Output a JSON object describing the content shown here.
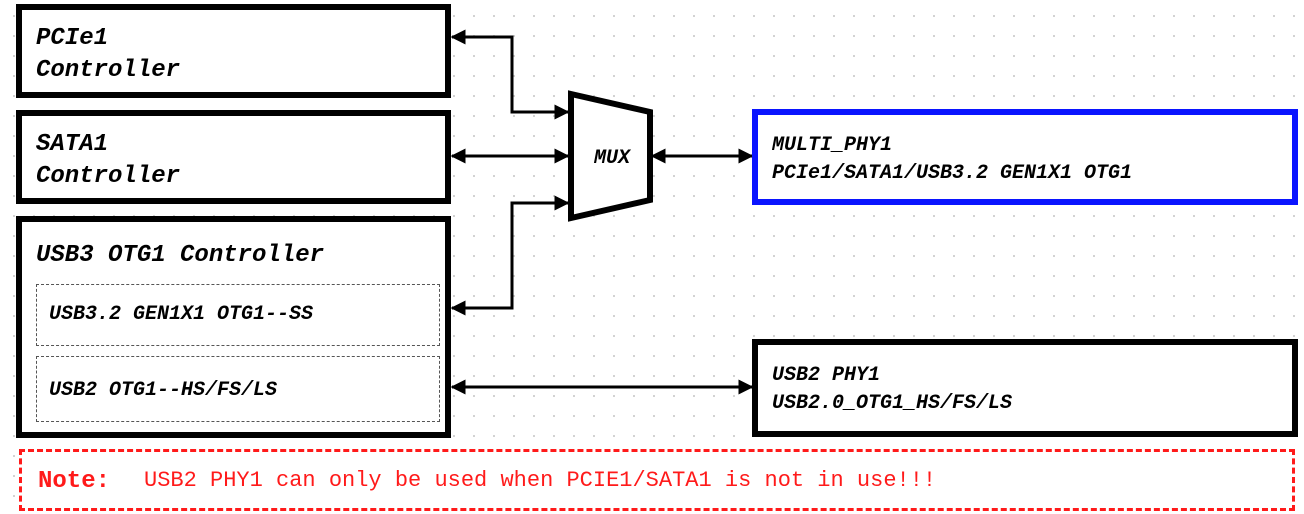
{
  "blocks": {
    "pcie1": {
      "line1": "PCIe1",
      "line2": "Controller"
    },
    "sata1": {
      "line1": "SATA1",
      "line2": "Controller"
    },
    "usb3": {
      "title": "USB3 OTG1 Controller",
      "ss_port": "USB3.2 GEN1X1 OTG1--SS",
      "usb2_port": "USB2 OTG1--HS/FS/LS"
    }
  },
  "mux": {
    "label": "MUX"
  },
  "phys": {
    "multi_phy1": {
      "line1": "MULTI_PHY1",
      "line2": "PCIe1/SATA1/USB3.2 GEN1X1 OTG1",
      "border_color": "#0a14ff"
    },
    "usb2_phy1": {
      "line1": "USB2 PHY1",
      "line2": "USB2.0_OTG1_HS/FS/LS",
      "border_color": "#000000"
    }
  },
  "note": {
    "label": "Note:",
    "text": "USB2 PHY1 can only be used when PCIE1/SATA1 is not in use!!!",
    "color": "#ff1a1a"
  }
}
